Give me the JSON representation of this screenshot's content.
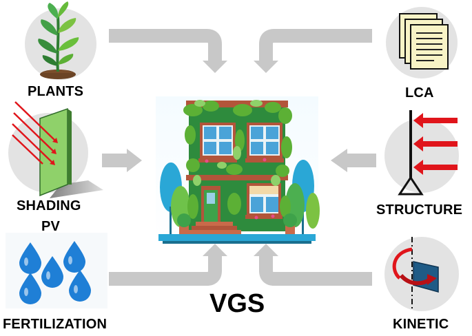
{
  "diagram": {
    "center": {
      "title": "VGS",
      "image": "green-building-icon"
    },
    "inputs": [
      {
        "label": "PLANTS",
        "icon": "plant-sprout-icon"
      },
      {
        "label": "SHADING",
        "label2": "PV",
        "icon": "shading-panel-icon"
      },
      {
        "label": "FERTILIZATION",
        "icon": "water-drops-icon"
      },
      {
        "label": "LCA",
        "icon": "documents-icon"
      },
      {
        "label": "STRUCTURE",
        "icon": "structure-load-icon"
      },
      {
        "label": "KINETIC",
        "icon": "rotation-panel-icon"
      }
    ],
    "colors": {
      "arrow": "#c8c8c8",
      "circle": "#e3e3e3",
      "red": "#e0151b",
      "green_building": "#3fa34d",
      "panel_green": "#8fd16a",
      "drop_blue": "#1f7fd6",
      "paper": "#f8f3c6",
      "kinetic_blue": "#1f5b86"
    }
  }
}
